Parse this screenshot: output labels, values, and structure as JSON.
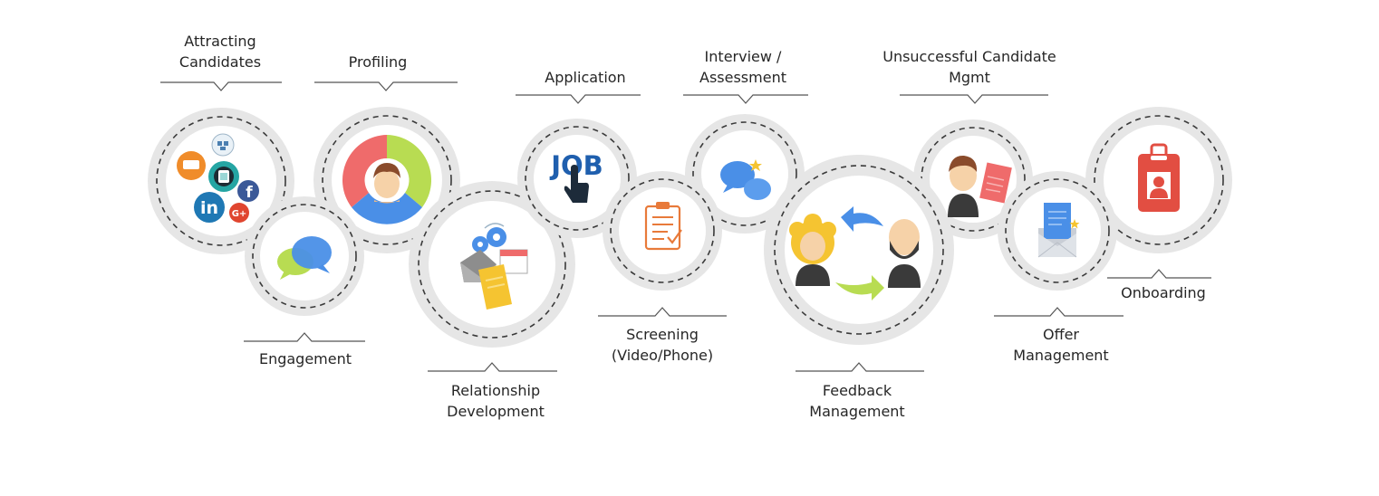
{
  "stages": [
    {
      "id": "attracting",
      "label_lines": [
        "Attracting",
        "Candidates"
      ],
      "icons": [
        "social-media-cluster-icon",
        "linkedin-icon",
        "facebook-icon",
        "google-plus-icon"
      ]
    },
    {
      "id": "engagement",
      "label_lines": [
        "Engagement"
      ],
      "icons": [
        "chat-bubbles-icon"
      ]
    },
    {
      "id": "profiling",
      "label_lines": [
        "Profiling"
      ],
      "icons": [
        "profile-donut-icon"
      ]
    },
    {
      "id": "relationship",
      "label_lines": [
        "Relationship",
        "Development"
      ],
      "icons": [
        "gears-documents-icon"
      ]
    },
    {
      "id": "application",
      "label_lines": [
        "Application"
      ],
      "icons": [
        "job-click-icon"
      ]
    },
    {
      "id": "screening",
      "label_lines": [
        "Screening",
        "(Video/Phone)"
      ],
      "icons": [
        "clipboard-checklist-icon"
      ]
    },
    {
      "id": "interview",
      "label_lines": [
        "Interview /",
        "Assessment"
      ],
      "icons": [
        "speech-bubbles-icon"
      ]
    },
    {
      "id": "feedback",
      "label_lines": [
        "Feedback",
        "Management"
      ],
      "icons": [
        "feedback-exchange-icon"
      ]
    },
    {
      "id": "unsuccessful",
      "label_lines": [
        "Unsuccessful Candidate",
        "Mgmt"
      ],
      "icons": [
        "person-letter-icon"
      ]
    },
    {
      "id": "offer",
      "label_lines": [
        "Offer",
        "Management"
      ],
      "icons": [
        "envelope-letter-icon"
      ]
    },
    {
      "id": "onboarding",
      "label_lines": [
        "Onboarding"
      ],
      "icons": [
        "id-badge-icon"
      ]
    }
  ],
  "logos": {
    "linkedin": "in",
    "facebook": "f",
    "googleplus": "G+",
    "job": "JOB"
  },
  "colors": {
    "ring": "#e6e6e6",
    "dash": "#3a3a3a",
    "text": "#262626",
    "blue": "#4a8fe7",
    "green": "#b8dc52",
    "red": "#ef6b6b",
    "orange": "#e87a3a",
    "skin": "#f6d2a8",
    "hair": "#8a4b2b"
  }
}
